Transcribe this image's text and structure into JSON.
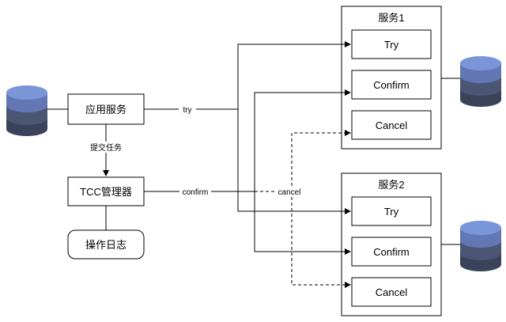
{
  "nodes": {
    "app_service": "应用服务",
    "tcc_manager": "TCC管理器",
    "op_log": "操作日志"
  },
  "groups": {
    "service1": {
      "title": "服务1",
      "try": "Try",
      "confirm": "Confirm",
      "cancel": "Cancel"
    },
    "service2": {
      "title": "服务2",
      "try": "Try",
      "confirm": "Confirm",
      "cancel": "Cancel"
    }
  },
  "edges": {
    "submit_task": "提交任务",
    "try": "try",
    "confirm": "confirm",
    "cancel": "cancel"
  },
  "colors": {
    "db_top": "#7a96d8",
    "db_band2": "#6477b5",
    "db_band3": "#4b5675",
    "db_band4": "#3a4359",
    "stroke": "#000000"
  },
  "icons": [
    "database-icon",
    "database-icon",
    "database-icon"
  ]
}
